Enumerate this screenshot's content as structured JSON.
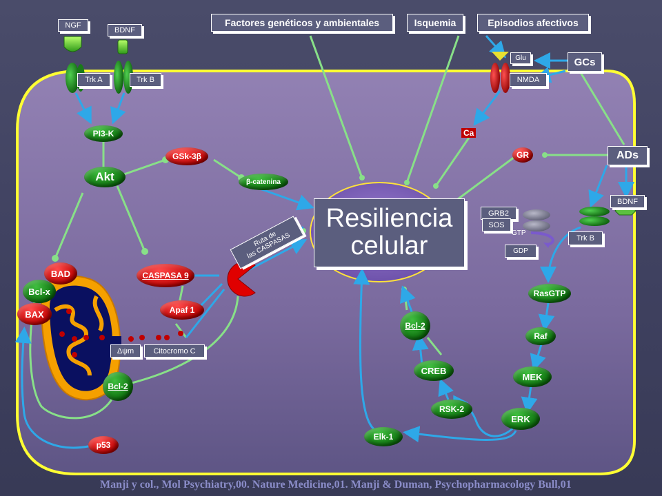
{
  "top": {
    "factors_label": "Factores genéticos y ambientales",
    "ischemia_label": "Isquemia",
    "affective_label": "Episodios afectivos",
    "gcs_label": "GCs",
    "ads_label": "ADs"
  },
  "receptors": {
    "ngf": "NGF",
    "bdnf_top": "BDNF",
    "trka": "Trk A",
    "trkb_top": "Trk B",
    "glu": "Glu",
    "nmda": "NMDA",
    "ca": "Ca",
    "gr": "GR",
    "bdnf_right": "BDNF",
    "trkb_right": "Trk B",
    "grb2": "GRB2",
    "sos": "SOS",
    "gtp": "GTP",
    "gdp": "GDP"
  },
  "center": {
    "line1": "Resiliencia",
    "line2": "celular"
  },
  "nodes": {
    "pi3k": "PI3-K",
    "akt": "Akt",
    "gsk3": "GSk-3β",
    "catenin": "β-catenina",
    "caspasa9": "CASPASA 9",
    "apaf1": "Apaf 1",
    "bad": "BAD",
    "bclx": "Bcl-x",
    "bax": "BAX",
    "bcl2_mito": "Bcl-2",
    "p53": "p53",
    "delta_psi": "Δψm",
    "citocromo": "Citocromo C",
    "ruta_line1": "Ruta de",
    "ruta_line2": "las CASPASAS",
    "rasgtp": "RasGTP",
    "raf": "Raf",
    "mek": "MEK",
    "erk": "ERK",
    "rsk2": "RSK-2",
    "creb": "CREB",
    "bcl2_right": "Bcl-2",
    "elk1": "Elk-1"
  },
  "citation": "Manji y col., Mol  Psychiatry,00. Nature Medicine,01. Manji & Duman, Psychopharmacology Bull,01",
  "colors": {
    "background": "#43455f",
    "cell_fill": "#7c6aa0",
    "cell_border": "#ffff33",
    "arrow_blue": "#2ea8e8",
    "line_green": "#88e088",
    "node_green": "#0c6e0c",
    "node_red": "#c00000",
    "mito_orange": "#f5a000",
    "mito_navy": "#0a1060"
  },
  "icons": [
    "ngf-ligand-icon",
    "bdnf-ligand-icon",
    "receptor-icon",
    "caspase-pacman-icon",
    "mitochondrion-icon"
  ]
}
